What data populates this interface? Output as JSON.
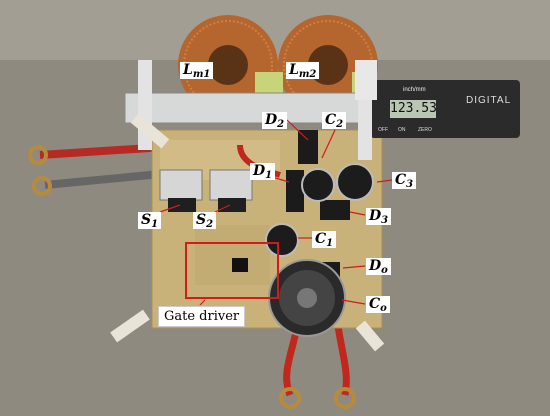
{
  "labels": {
    "lm1": {
      "main": "L",
      "sub": "m1"
    },
    "lm2": {
      "main": "L",
      "sub": "m2"
    },
    "d2": {
      "main": "D",
      "sub": "2"
    },
    "c2": {
      "main": "C",
      "sub": "2"
    },
    "d1": {
      "main": "D",
      "sub": "1"
    },
    "c3": {
      "main": "C",
      "sub": "3"
    },
    "s1": {
      "main": "S",
      "sub": "1"
    },
    "s2": {
      "main": "S",
      "sub": "2"
    },
    "d3": {
      "main": "D",
      "sub": "3"
    },
    "c1": {
      "main": "C",
      "sub": "1"
    },
    "do": {
      "main": "D",
      "sub": "o"
    },
    "co": {
      "main": "C",
      "sub": "o"
    },
    "gate_driver": "Gate driver"
  },
  "caliper": {
    "readout": "123.53",
    "unit": "inch/mm",
    "brand": "DIGITAL",
    "buttons": [
      "OFF",
      "ON",
      "ZERO"
    ]
  },
  "colors": {
    "background": "#8f8a80",
    "pcb": "#c9b27a",
    "copper_coil": "#b5652e",
    "highlight_box": "#d21b1b",
    "wire_red": "#c0281e"
  }
}
